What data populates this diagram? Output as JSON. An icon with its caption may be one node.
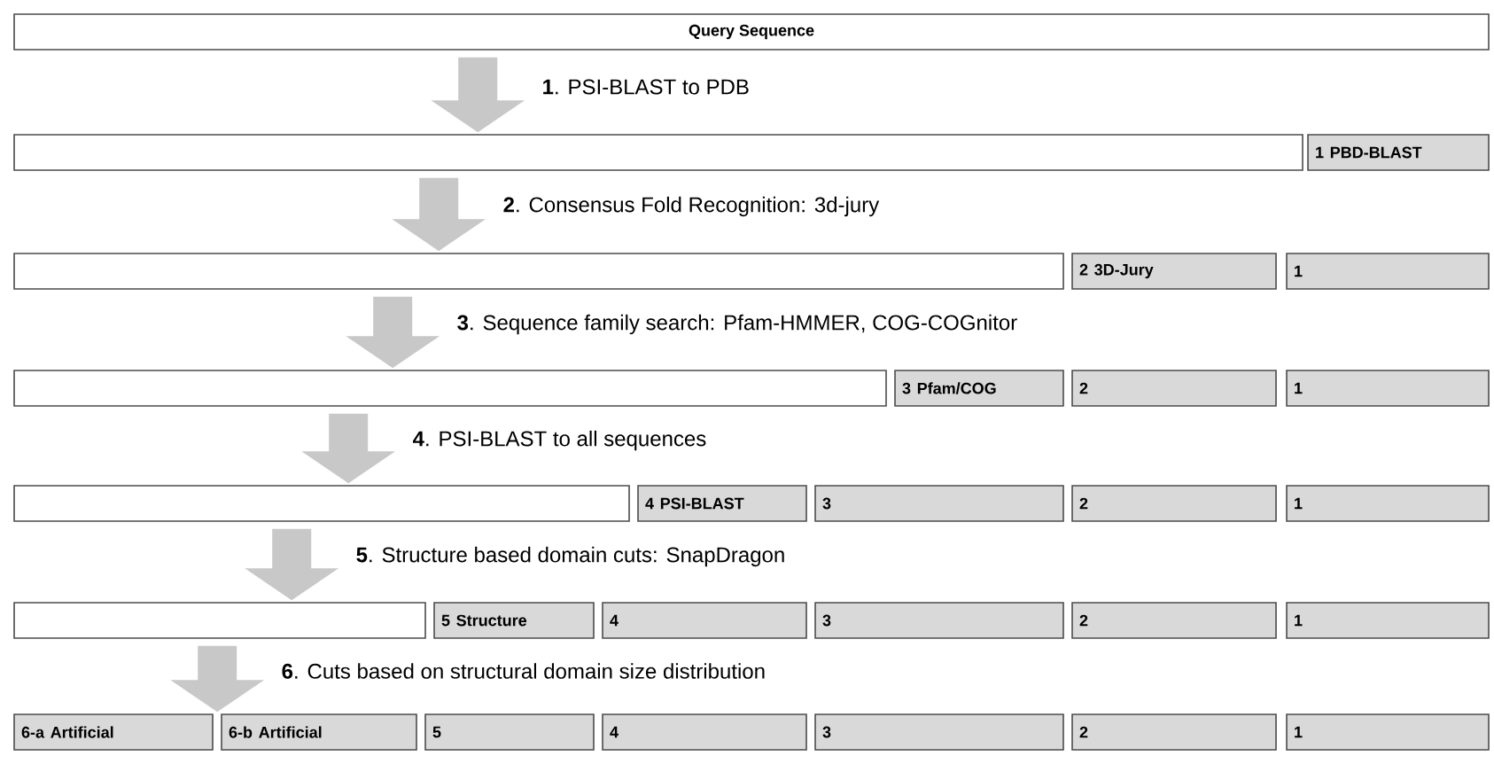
{
  "diagram": {
    "nodes": [
      {
        "text": [
          "Query Sequence"
        ]
      },
      {
        "text": [],
        "shape": "box"
      },
      {
        "text": [
          "1 PBD-BLAST"
        ]
      },
      {
        "text": [],
        "shape": "box"
      },
      {
        "text": [
          "2 3D-Jury"
        ]
      },
      {
        "text": [
          "1"
        ]
      },
      {
        "text": [],
        "shape": "box"
      },
      {
        "text": [
          "3 Pfam/COG"
        ]
      },
      {
        "text": [
          "2"
        ]
      },
      {
        "text": [
          "1"
        ]
      },
      {
        "text": [],
        "shape": "box"
      },
      {
        "text": [
          "4 PSI-BLAST"
        ]
      },
      {
        "text": [
          "3"
        ]
      },
      {
        "text": [
          "2"
        ]
      },
      {
        "text": [
          "1"
        ]
      },
      {
        "text": [],
        "shape": "box"
      },
      {
        "text": [
          "5 Structure"
        ]
      },
      {
        "text": [
          "4"
        ]
      },
      {
        "text": [
          "3"
        ]
      },
      {
        "text": [
          "2"
        ]
      },
      {
        "text": [
          "1"
        ]
      },
      {
        "text": [
          "6-a Artificial"
        ]
      },
      {
        "text": [
          "6-b Artificial"
        ]
      },
      {
        "text": [
          "5"
        ]
      },
      {
        "text": [
          "4"
        ]
      },
      {
        "text": [
          "3"
        ]
      },
      {
        "text": [
          "2"
        ]
      },
      {
        "text": [
          "1"
        ]
      }
    ],
    "edges": [
      {
        "from": 0,
        "to": 1,
        "arrow": "to",
        "label": "**1**. PSI-BLAST to PDB"
      },
      {
        "from": 1,
        "to": 3,
        "arrow": "to",
        "label": "**2**. Consensus Fold Recognition: 3d-jury"
      },
      {
        "from": 3,
        "to": 6,
        "arrow": "to",
        "label": "**3**. Sequence family search: Pfam-HMMER, COG-COGnitor"
      },
      {
        "from": 6,
        "to": 10,
        "arrow": "to",
        "label": "**4**. PSI-BLAST to all sequences"
      },
      {
        "from": 10,
        "to": 15,
        "arrow": "to",
        "label": "**5**. Structure based domain cuts: SnapDragon"
      },
      {
        "from": 15,
        "to": 21,
        "arrow": "to",
        "label": "**6**. Cuts based on structural domain size distribution"
      }
    ]
  }
}
